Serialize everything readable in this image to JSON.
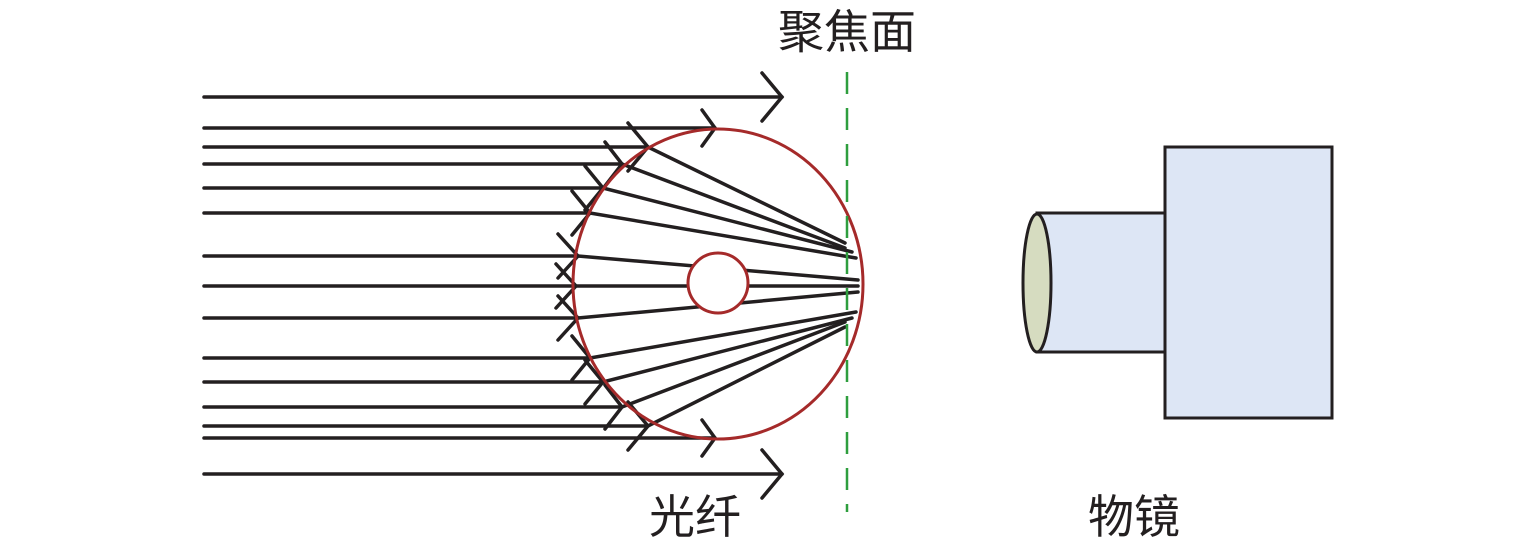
{
  "labels": {
    "focal_plane": "聚焦面",
    "fiber": "光纤",
    "objective": "物镜"
  },
  "colors": {
    "ray": "#231f20",
    "fiber_outline": "#a52a2a",
    "focal_line": "#2e9e3e",
    "objective_body": "#dde6f5",
    "objective_lens": "#d6dcc0",
    "objective_outline": "#231f20"
  }
}
